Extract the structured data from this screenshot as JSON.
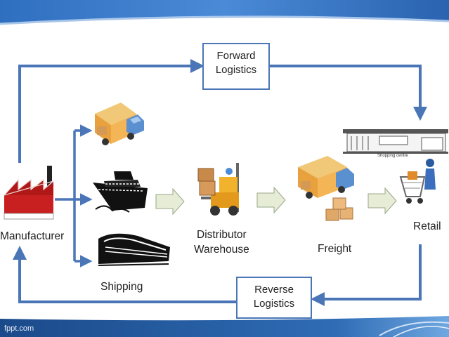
{
  "forward_box": {
    "line1": "Forward",
    "line2": "Logistics"
  },
  "reverse_box": {
    "line1": "Reverse",
    "line2": "Logistics"
  },
  "nodes": {
    "manufacturer": "Manufacturer",
    "shipping": "Shipping",
    "distributor_line1": "Distributor",
    "distributor_line2": "Warehouse",
    "freight": "Freight",
    "retail": "Retail"
  },
  "shopping_sign": "Shopping centre",
  "footer": "fppt.com",
  "colors": {
    "header": "#3a7bc8",
    "arrow": "#4a76b8",
    "block_arrow": "#e6ecd6",
    "footer": "#1f4f8f"
  },
  "icons": [
    "factory-icon",
    "delivery-truck-icon",
    "cruise-ship-icon",
    "train-icon",
    "forklift-icon",
    "freight-truck-icon",
    "shopping-mall-icon",
    "shopping-cart-icon"
  ]
}
